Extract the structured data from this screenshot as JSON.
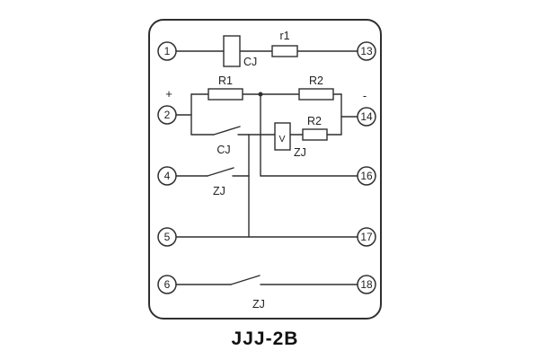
{
  "page": {
    "caption": "JJJ-2B"
  },
  "schematic": {
    "terminals": {
      "t1": "1",
      "t2": "2",
      "t4": "4",
      "t5": "5",
      "t6": "6",
      "t13": "13",
      "t14": "14",
      "t16": "16",
      "t17": "17",
      "t18": "18"
    },
    "polarity": {
      "plus": "+",
      "minus": "-"
    },
    "components": {
      "cj_coil": "CJ",
      "r1": "r1",
      "R1": "R1",
      "R2_upper": "R2",
      "R2_lower": "R2",
      "zj_coil": "ZJ",
      "zj_coil_mark": "V",
      "cj_contact": "CJ",
      "zj_contact_a": "ZJ",
      "zj_contact_b": "ZJ"
    },
    "colors": {
      "line": "#2f2f2f",
      "background": "#ffffff"
    }
  }
}
